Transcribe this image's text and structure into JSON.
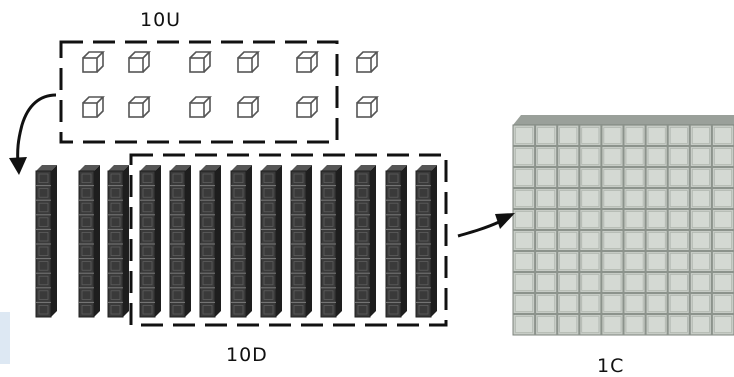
{
  "labels": {
    "units": "10U",
    "tens": "10D",
    "hundred": "1C"
  },
  "counts": {
    "unit_cubes_shown": 12,
    "unit_cubes_grouped": 10,
    "rods_shown": 13,
    "rods_grouped": 10,
    "cubes_per_rod": 10,
    "flat_grid": "10x10"
  },
  "colors": {
    "line": "#111111",
    "rod_dark": "#3a3a3a",
    "rod_edge": "#1e1e1e",
    "flat_face": "#c7ccc6",
    "flat_grid": "#8c938c",
    "flat_top": "#9aa09a",
    "cube_stroke": "#555555",
    "accent_stripe": "#dde8f3"
  },
  "icons": [
    "unit-cube-icon",
    "ten-rod-icon",
    "hundred-flat-icon",
    "curved-arrow-icon",
    "right-arrow-icon"
  ]
}
